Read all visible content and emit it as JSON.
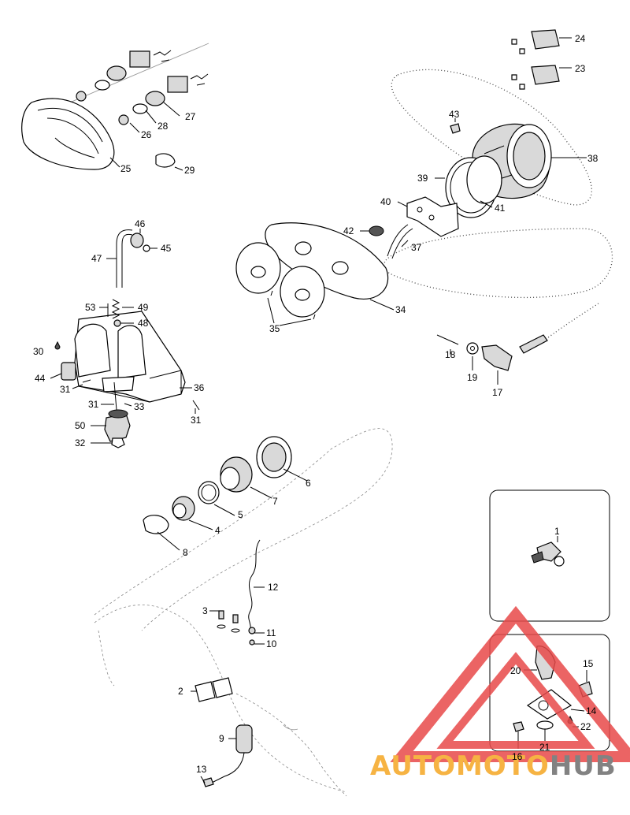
{
  "callouts": {
    "c1": "1",
    "c2": "2",
    "c3": "3",
    "c4": "4",
    "c5": "5",
    "c6": "6",
    "c7": "7",
    "c8": "8",
    "c9": "9",
    "c10": "10",
    "c11": "11",
    "c12": "12",
    "c13": "13",
    "c14": "14",
    "c15": "15",
    "c16": "16",
    "c17": "17",
    "c18": "18",
    "c19": "19",
    "c20": "20",
    "c21": "21",
    "c22": "22",
    "c23": "23",
    "c24": "24",
    "c25": "25",
    "c26": "26",
    "c27": "27",
    "c28": "28",
    "c29": "29",
    "c30": "30",
    "c31a": "31",
    "c31b": "31",
    "c31c": "31",
    "c32": "32",
    "c33": "33",
    "c34": "34",
    "c35": "35",
    "c36": "36",
    "c37": "37",
    "c38": "38",
    "c39": "39",
    "c40": "40",
    "c41": "41",
    "c42": "42",
    "c43": "43",
    "c44": "44",
    "c45": "45",
    "c46": "46",
    "c47": "47",
    "c48": "48",
    "c49": "49",
    "c50": "50",
    "c53": "53"
  },
  "watermark": {
    "part_a": "AUTOMOTO",
    "part_b": "HUB",
    "color_a": "#f5a623",
    "color_b": "#6d6d6d",
    "triangle_color": "#e84a4a"
  }
}
